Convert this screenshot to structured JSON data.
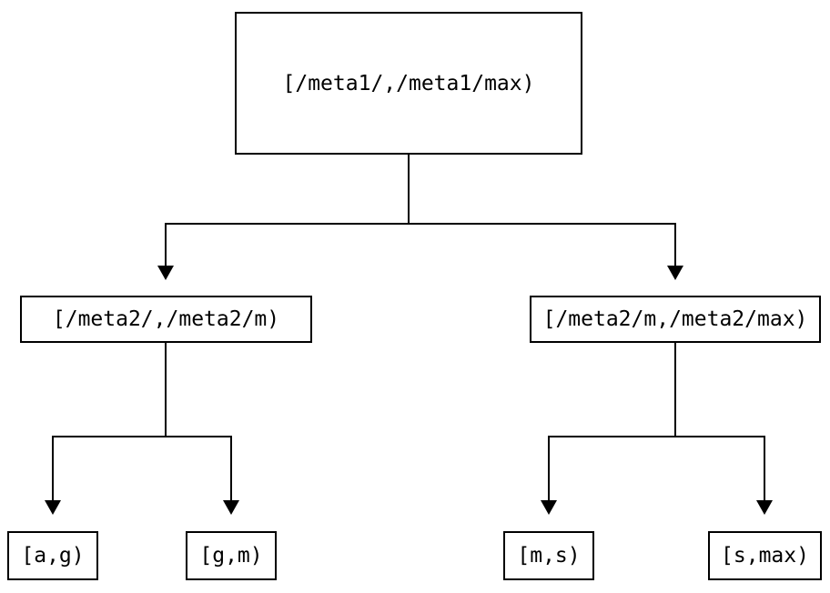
{
  "diagram": {
    "type": "tree",
    "background_color": "#ffffff",
    "line_color": "#000000",
    "text_color": "#000000",
    "arrow_icon": "down-triangle",
    "nodes": {
      "root": "[/meta1/,/meta1/max)",
      "meta2_left": "[/meta2/,/meta2/m)",
      "meta2_right": "[/meta2/m,/meta2/max)",
      "leaf_ag": "[a,g)",
      "leaf_gm": "[g,m)",
      "leaf_ms": "[m,s)",
      "leaf_smax": "[s,max)"
    },
    "edges": [
      [
        "root",
        "meta2_left"
      ],
      [
        "root",
        "meta2_right"
      ],
      [
        "meta2_left",
        "leaf_ag"
      ],
      [
        "meta2_left",
        "leaf_gm"
      ],
      [
        "meta2_right",
        "leaf_ms"
      ],
      [
        "meta2_right",
        "leaf_smax"
      ]
    ]
  }
}
